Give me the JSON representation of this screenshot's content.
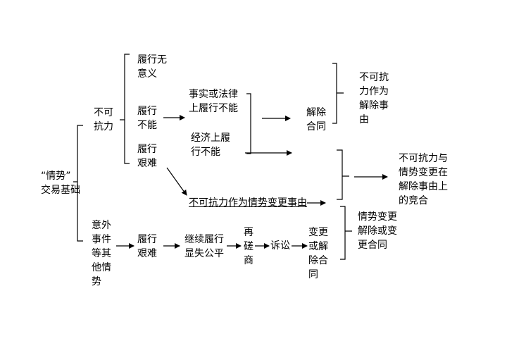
{
  "root": "“情势”\n交易基础",
  "branch_force_majeure": "不可\n抗力",
  "branch_unforeseen": "意外\n事件\n等其\n他情\n势",
  "perf_impossible_no_meaning": "履行无\n意义",
  "perf_impossible": "履行\n不能",
  "perf_difficult_top": "履行\n艰难",
  "perf_difficult_bottom": "履行\n艰难",
  "fact_or_law_impossible": "事实或法律\n上履行不能",
  "economic_impossible": "经济上履\n行不能",
  "rescind_contract": "解除\n合同",
  "force_majeure_as_rescission": "不可抗\n力作为\n解除事\n由",
  "force_majeure_as_change_of_circumstances": "不可抗力作为情势变更事由",
  "competition_result": "不可抗力与\n情势变更在\n解除事由上\n的竞合",
  "change_of_circumstances_result": "情势变更\n解除或变\n更合同",
  "continued_perf_unfair": "继续履行\n显失公平",
  "renegotiate": "再\n磋\n商",
  "litigation": "诉讼",
  "change_or_rescind": "变更\n或解\n除合\n同"
}
